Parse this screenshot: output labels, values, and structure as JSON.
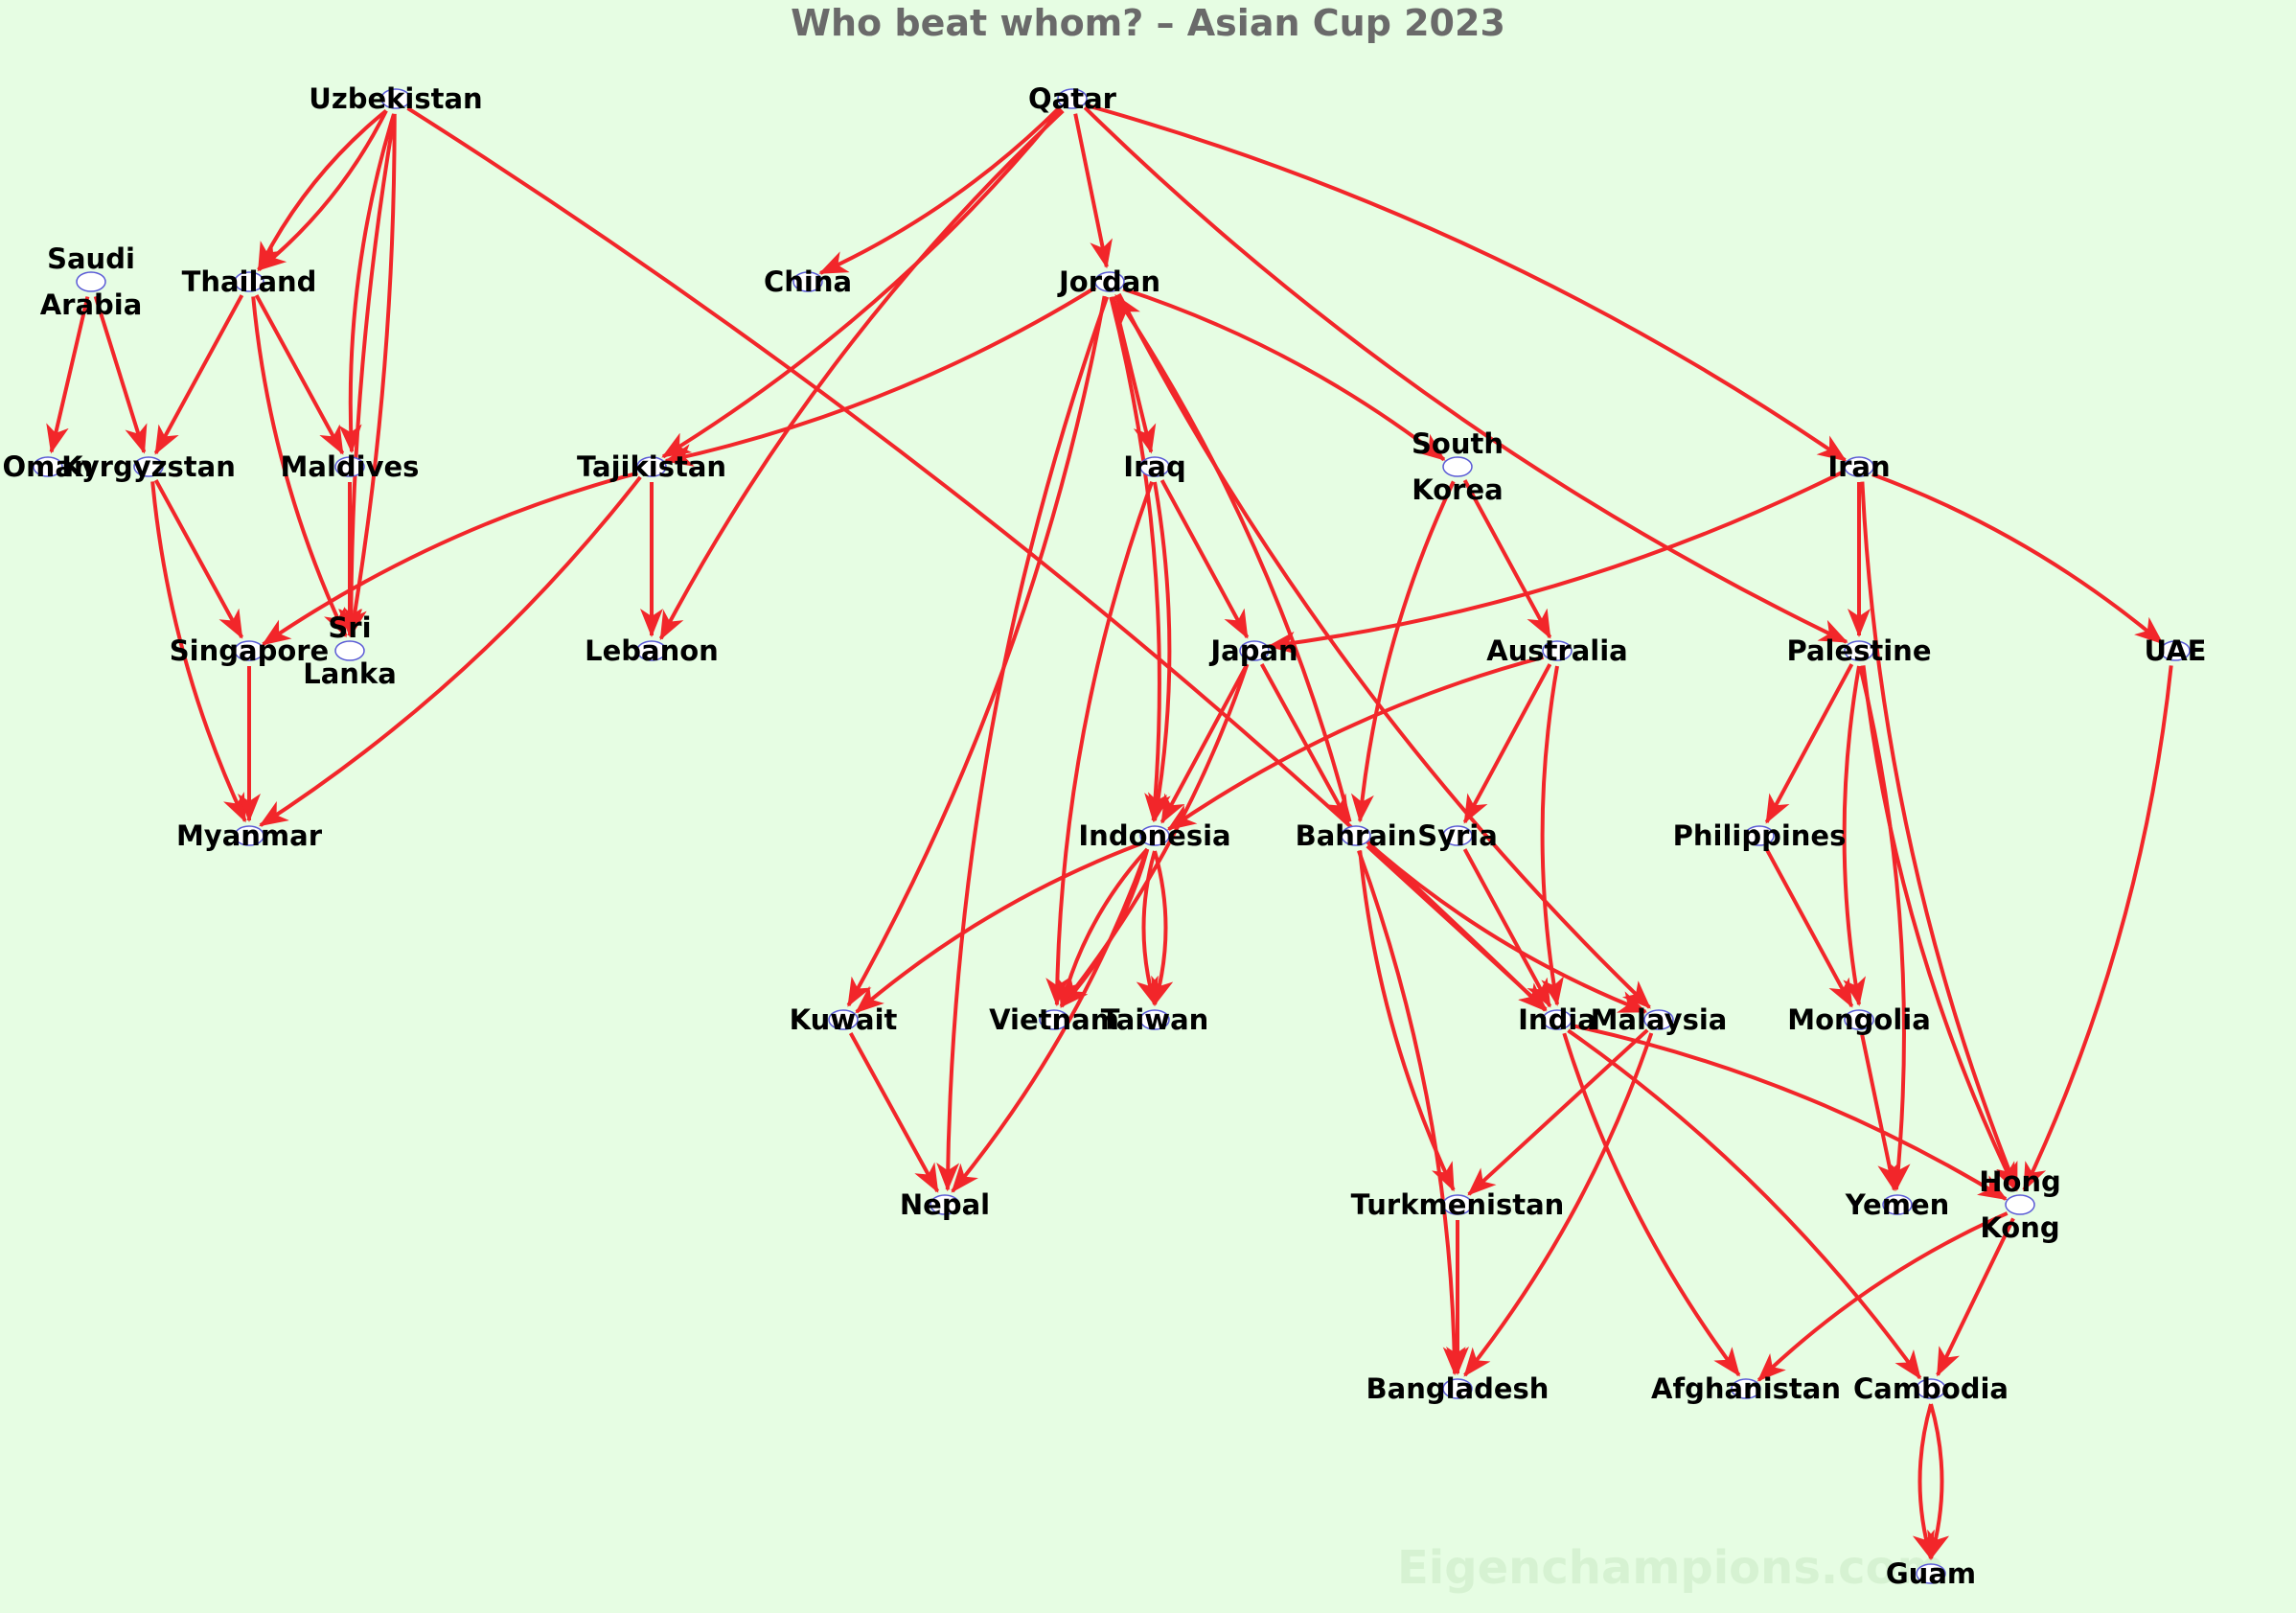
{
  "title": "Who beat whom? – Asian Cup 2023",
  "watermark": "Eigenchampions.com",
  "colors": {
    "background": "#e6fde3",
    "edge": "#f2262a",
    "node_fill": "#ffffff",
    "node_stroke": "#5a5ad6",
    "title": "#6a6a6a"
  },
  "nodes": [
    {
      "id": "uzbekistan",
      "lines": [
        "Uzbekistan"
      ]
    },
    {
      "id": "qatar",
      "lines": [
        "Qatar"
      ]
    },
    {
      "id": "saudi-arabia",
      "lines": [
        "Saudi",
        "Arabia"
      ]
    },
    {
      "id": "thailand",
      "lines": [
        "Thailand"
      ]
    },
    {
      "id": "china",
      "lines": [
        "China"
      ]
    },
    {
      "id": "jordan",
      "lines": [
        "Jordan"
      ]
    },
    {
      "id": "oman",
      "lines": [
        "Oman"
      ]
    },
    {
      "id": "kyrgyzstan",
      "lines": [
        "Kyrgyzstan"
      ]
    },
    {
      "id": "maldives",
      "lines": [
        "Maldives"
      ]
    },
    {
      "id": "tajikistan",
      "lines": [
        "Tajikistan"
      ]
    },
    {
      "id": "iraq",
      "lines": [
        "Iraq"
      ]
    },
    {
      "id": "south-korea",
      "lines": [
        "South",
        "Korea"
      ]
    },
    {
      "id": "iran",
      "lines": [
        "Iran"
      ]
    },
    {
      "id": "singapore",
      "lines": [
        "Singapore"
      ]
    },
    {
      "id": "sri-lanka",
      "lines": [
        "Sri",
        "Lanka"
      ]
    },
    {
      "id": "lebanon",
      "lines": [
        "Lebanon"
      ]
    },
    {
      "id": "japan",
      "lines": [
        "Japan"
      ]
    },
    {
      "id": "australia",
      "lines": [
        "Australia"
      ]
    },
    {
      "id": "palestine",
      "lines": [
        "Palestine"
      ]
    },
    {
      "id": "uae",
      "lines": [
        "UAE"
      ]
    },
    {
      "id": "myanmar",
      "lines": [
        "Myanmar"
      ]
    },
    {
      "id": "indonesia",
      "lines": [
        "Indonesia"
      ]
    },
    {
      "id": "bahrain",
      "lines": [
        "Bahrain"
      ]
    },
    {
      "id": "syria",
      "lines": [
        "Syria"
      ]
    },
    {
      "id": "philippines",
      "lines": [
        "Philippines"
      ]
    },
    {
      "id": "kuwait",
      "lines": [
        "Kuwait"
      ]
    },
    {
      "id": "vietnam",
      "lines": [
        "Vietnam"
      ]
    },
    {
      "id": "taiwan",
      "lines": [
        "Taiwan"
      ]
    },
    {
      "id": "india",
      "lines": [
        "India"
      ]
    },
    {
      "id": "malaysia",
      "lines": [
        "Malaysia"
      ]
    },
    {
      "id": "mongolia",
      "lines": [
        "Mongolia"
      ]
    },
    {
      "id": "nepal",
      "lines": [
        "Nepal"
      ]
    },
    {
      "id": "turkmenistan",
      "lines": [
        "Turkmenistan"
      ]
    },
    {
      "id": "yemen",
      "lines": [
        "Yemen"
      ]
    },
    {
      "id": "hong-kong",
      "lines": [
        "Hong",
        "Kong"
      ]
    },
    {
      "id": "bangladesh",
      "lines": [
        "Bangladesh"
      ]
    },
    {
      "id": "afghanistan",
      "lines": [
        "Afghanistan"
      ]
    },
    {
      "id": "cambodia",
      "lines": [
        "Cambodia"
      ]
    },
    {
      "id": "guam",
      "lines": [
        "Guam"
      ]
    }
  ],
  "edges": [
    {
      "from": "uzbekistan",
      "to": "thailand"
    },
    {
      "from": "uzbekistan",
      "to": "thailand"
    },
    {
      "from": "uzbekistan",
      "to": "maldives"
    },
    {
      "from": "uzbekistan",
      "to": "sri-lanka"
    },
    {
      "from": "uzbekistan",
      "to": "sri-lanka"
    },
    {
      "from": "uzbekistan",
      "to": "india"
    },
    {
      "from": "saudi-arabia",
      "to": "oman"
    },
    {
      "from": "saudi-arabia",
      "to": "kyrgyzstan"
    },
    {
      "from": "thailand",
      "to": "kyrgyzstan"
    },
    {
      "from": "thailand",
      "to": "maldives"
    },
    {
      "from": "thailand",
      "to": "sri-lanka"
    },
    {
      "from": "kyrgyzstan",
      "to": "singapore"
    },
    {
      "from": "kyrgyzstan",
      "to": "myanmar"
    },
    {
      "from": "maldives",
      "to": "sri-lanka"
    },
    {
      "from": "singapore",
      "to": "myanmar"
    },
    {
      "from": "qatar",
      "to": "china"
    },
    {
      "from": "qatar",
      "to": "jordan"
    },
    {
      "from": "qatar",
      "to": "tajikistan"
    },
    {
      "from": "qatar",
      "to": "lebanon"
    },
    {
      "from": "qatar",
      "to": "iran"
    },
    {
      "from": "qatar",
      "to": "palestine"
    },
    {
      "from": "jordan",
      "to": "tajikistan"
    },
    {
      "from": "jordan",
      "to": "iraq"
    },
    {
      "from": "jordan",
      "to": "south-korea"
    },
    {
      "from": "jordan",
      "to": "malaysia"
    },
    {
      "from": "jordan",
      "to": "kuwait"
    },
    {
      "from": "jordan",
      "to": "nepal"
    },
    {
      "from": "jordan",
      "to": "indonesia"
    },
    {
      "from": "bahrain",
      "to": "jordan"
    },
    {
      "from": "tajikistan",
      "to": "lebanon"
    },
    {
      "from": "tajikistan",
      "to": "singapore"
    },
    {
      "from": "tajikistan",
      "to": "myanmar"
    },
    {
      "from": "iraq",
      "to": "japan"
    },
    {
      "from": "iraq",
      "to": "indonesia"
    },
    {
      "from": "iraq",
      "to": "vietnam"
    },
    {
      "from": "south-korea",
      "to": "australia"
    },
    {
      "from": "south-korea",
      "to": "bahrain"
    },
    {
      "from": "iran",
      "to": "japan"
    },
    {
      "from": "iran",
      "to": "palestine"
    },
    {
      "from": "iran",
      "to": "uae"
    },
    {
      "from": "iran",
      "to": "hong-kong"
    },
    {
      "from": "japan",
      "to": "indonesia"
    },
    {
      "from": "japan",
      "to": "bahrain"
    },
    {
      "from": "japan",
      "to": "vietnam"
    },
    {
      "from": "australia",
      "to": "indonesia"
    },
    {
      "from": "australia",
      "to": "syria"
    },
    {
      "from": "australia",
      "to": "india"
    },
    {
      "from": "palestine",
      "to": "philippines"
    },
    {
      "from": "palestine",
      "to": "mongolia"
    },
    {
      "from": "palestine",
      "to": "yemen"
    },
    {
      "from": "palestine",
      "to": "hong-kong"
    },
    {
      "from": "uae",
      "to": "hong-kong"
    },
    {
      "from": "indonesia",
      "to": "kuwait"
    },
    {
      "from": "indonesia",
      "to": "vietnam"
    },
    {
      "from": "indonesia",
      "to": "vietnam"
    },
    {
      "from": "indonesia",
      "to": "taiwan"
    },
    {
      "from": "indonesia",
      "to": "taiwan"
    },
    {
      "from": "indonesia",
      "to": "nepal"
    },
    {
      "from": "bahrain",
      "to": "malaysia"
    },
    {
      "from": "bahrain",
      "to": "india"
    },
    {
      "from": "bahrain",
      "to": "turkmenistan"
    },
    {
      "from": "bahrain",
      "to": "bangladesh"
    },
    {
      "from": "syria",
      "to": "india"
    },
    {
      "from": "philippines",
      "to": "mongolia"
    },
    {
      "from": "kuwait",
      "to": "nepal"
    },
    {
      "from": "india",
      "to": "hong-kong"
    },
    {
      "from": "india",
      "to": "afghanistan"
    },
    {
      "from": "india",
      "to": "cambodia"
    },
    {
      "from": "malaysia",
      "to": "turkmenistan"
    },
    {
      "from": "malaysia",
      "to": "bangladesh"
    },
    {
      "from": "mongolia",
      "to": "yemen"
    },
    {
      "from": "turkmenistan",
      "to": "bangladesh"
    },
    {
      "from": "hong-kong",
      "to": "afghanistan"
    },
    {
      "from": "hong-kong",
      "to": "cambodia"
    },
    {
      "from": "cambodia",
      "to": "guam"
    },
    {
      "from": "cambodia",
      "to": "guam"
    }
  ]
}
